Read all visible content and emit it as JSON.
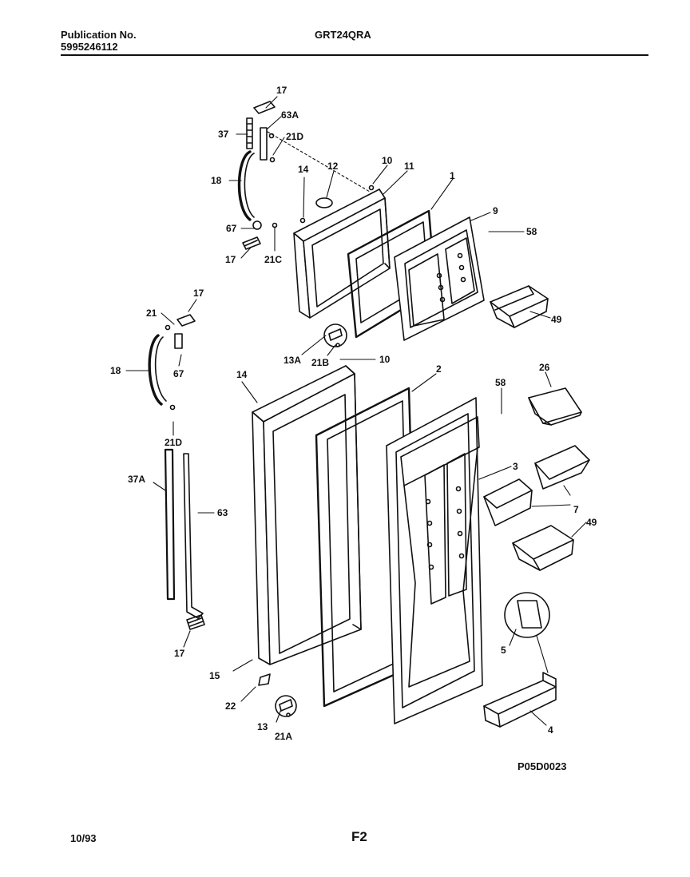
{
  "header": {
    "publication_label": "Publication No.",
    "publication_number": "5995246112",
    "model": "GRT24QRA"
  },
  "footer": {
    "date": "10/93",
    "page": "F2"
  },
  "diagram": {
    "code": "P05D0023",
    "callouts": [
      "17",
      "63A",
      "37",
      "21D",
      "10",
      "12",
      "11",
      "1",
      "14",
      "18",
      "9",
      "58",
      "67",
      "21C",
      "17",
      "49",
      "17",
      "21",
      "13A",
      "21B",
      "10",
      "67",
      "18",
      "14",
      "2",
      "26",
      "58",
      "3",
      "21D",
      "7",
      "37A",
      "63",
      "49",
      "5",
      "17",
      "15",
      "22",
      "13",
      "21A",
      "4"
    ]
  }
}
